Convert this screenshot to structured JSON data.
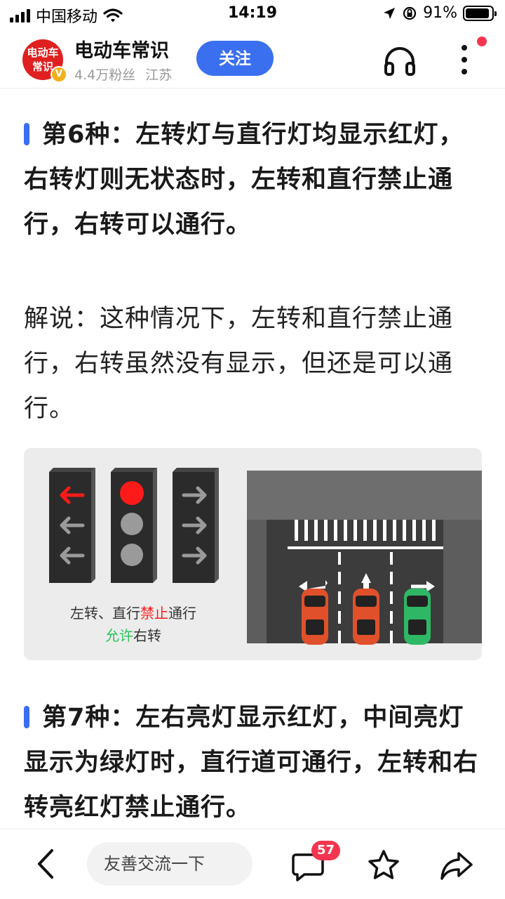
{
  "status_bar": {
    "carrier": "中国移动",
    "time": "14:19",
    "battery": "91%",
    "battery_level": 0.91
  },
  "author": {
    "avatar_text_line1": "电动车",
    "avatar_text_line2": "常识",
    "verify_mark": "V",
    "name": "电动车常识",
    "followers": "4.4万粉丝",
    "location": "江苏",
    "follow_label": "关注"
  },
  "article": {
    "heading6": "第6种：左转灯与直行灯均显示红灯，右转灯则无状态时，左转和直行禁止通行，右转可以通行。",
    "explain6": "解说：这种情况下，左转和直行禁止通行，右转虽然没有显示，但还是可以通行。",
    "illustration": {
      "caption_line1_pre": "左转、直行",
      "caption_line1_red": "禁止",
      "caption_line1_post": "通行",
      "caption_line2_green": "允许",
      "caption_line2_post": "右转"
    },
    "heading7": "第7种：左右亮灯显示红灯，中间亮灯显示为绿灯时，直行道可通行，左转和右转亮红灯禁止通行。"
  },
  "bottom_bar": {
    "comment_placeholder": "友善交流一下",
    "comment_count": "57"
  },
  "colors": {
    "accent": "#3b6df2",
    "follow": "#3a6ff0",
    "badge": "#f5354f",
    "avatar": "#e02020",
    "signal_red": "#ff1a1a",
    "signal_green": "#29c45a"
  }
}
